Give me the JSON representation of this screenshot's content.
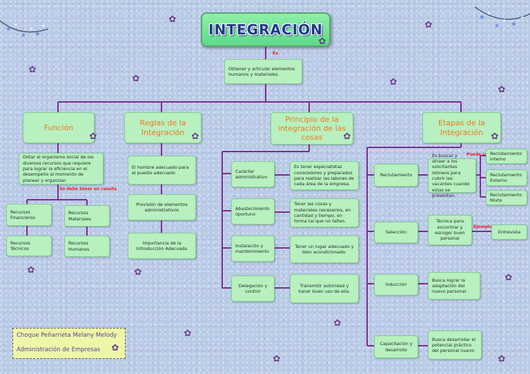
{
  "title": "INTEGRACIÓN",
  "es_label": "Es",
  "definition": "Obtener y articular elementos humanos y materiales.",
  "branches": {
    "funcion": {
      "heading": "Función",
      "description": "Dotar al organismo social de los diversos recursos que requiere para lograr la eficiencia en el desempeño al momento de planear y organizar.",
      "connector": "Sé debe tener en cuenta",
      "resources": [
        "Recursos Financieros",
        "Recursos Materiales",
        "Recursos Técnicos",
        "Recursos Humanos"
      ]
    },
    "reglas": {
      "heading": "Reglas de la Integración",
      "items": [
        "El hombre adecuado para el puesto adecuado",
        "Provisión de elementos administrativos",
        "Importancia de la Introducción Adecuada"
      ]
    },
    "principio": {
      "heading": "Principio de la integración de las cosas",
      "items": [
        {
          "name": "Carácter administrativo",
          "desc": "Es tener especialistas conocedores y preparados para realizar las labores de cada área de la empresa."
        },
        {
          "name": "Abastecimiento oportuno",
          "desc": "Tener las cosas y materiales necesarios, en cantidad y tiempo, en forma tal que no falten."
        },
        {
          "name": "Instalación y mantenimiento",
          "desc": "Tener un lugar adecuado y bien acondicionado."
        },
        {
          "name": "Delegación y control",
          "desc": "Transmitir autoridad y hacer buen uso de ella."
        }
      ]
    },
    "etapas": {
      "heading": "Etapas de la Integración",
      "puede_ser": "Puede ser",
      "ejemplo": "Ejemplo",
      "stages": [
        {
          "name": "Reclutamiento",
          "desc": "Es buscar y atraer a los solicitantes idóneos para cubrir las vacantes cuando estas se presentan."
        },
        {
          "name": "Selección",
          "desc": "Técnica para encontrar y escoger buen personal"
        },
        {
          "name": "Inducción",
          "desc": "Busca lograr la adaptación del nuevo personal"
        },
        {
          "name": "Capacitación y desarrollo",
          "desc": "Busca desarrollar el potencial práctico del personal nuevo"
        }
      ],
      "recruit_types": [
        "Reclutamiento interno",
        "Reclutamiento Externo",
        "Reclutamiento Mixto"
      ],
      "example": "Entrevista"
    }
  },
  "author": {
    "name": "Choque Peñarrieta Melany Melody",
    "career": "Administración de Empresas"
  },
  "colors": {
    "box": "#b8f0c0",
    "line": "#7b2c8f",
    "heading": "#f07a1e",
    "accent_red": "#e0231c"
  }
}
